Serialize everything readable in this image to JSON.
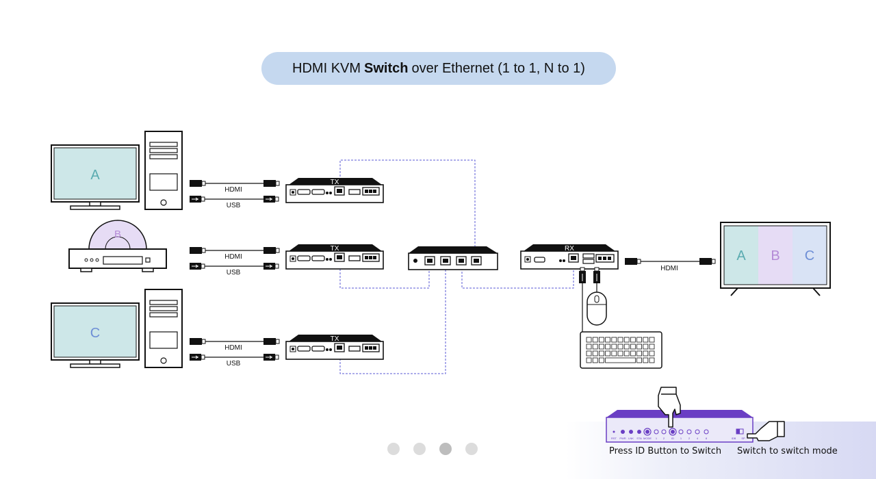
{
  "title": {
    "prefix": "HDMI KVM ",
    "bold": "Switch",
    "suffix": " over Ethernet (1 to 1, N to 1)"
  },
  "sources": [
    {
      "label": "A",
      "color": "#5aabb0"
    },
    {
      "label": "B",
      "color": "#b48ad6"
    },
    {
      "label": "C",
      "color": "#6e8fd6"
    }
  ],
  "cables": {
    "hdmi": "HDMI",
    "usb": "USB"
  },
  "devices": {
    "tx": "TX",
    "rx": "RX"
  },
  "display_segments": [
    {
      "label": "A",
      "color": "#5aabb0"
    },
    {
      "label": "B",
      "color": "#b48ad6"
    },
    {
      "label": "C",
      "color": "#6e8fd6"
    }
  ],
  "panel": {
    "front_labels": [
      "RST",
      "PWR",
      "LNK",
      "STA",
      "MODE",
      "1",
      "2",
      "ID",
      "1",
      "2",
      "4",
      "8"
    ],
    "switch_labels": [
      "IDB",
      "SP"
    ],
    "caption_left": "Press ID Button to Switch",
    "caption_right": "Switch to switch mode"
  },
  "carousel": {
    "count": 4,
    "active_index": 2
  },
  "colors": {
    "link": "#5a5ad6",
    "accent": "#6a3ec4",
    "panel_body": "#ebe9f9"
  }
}
